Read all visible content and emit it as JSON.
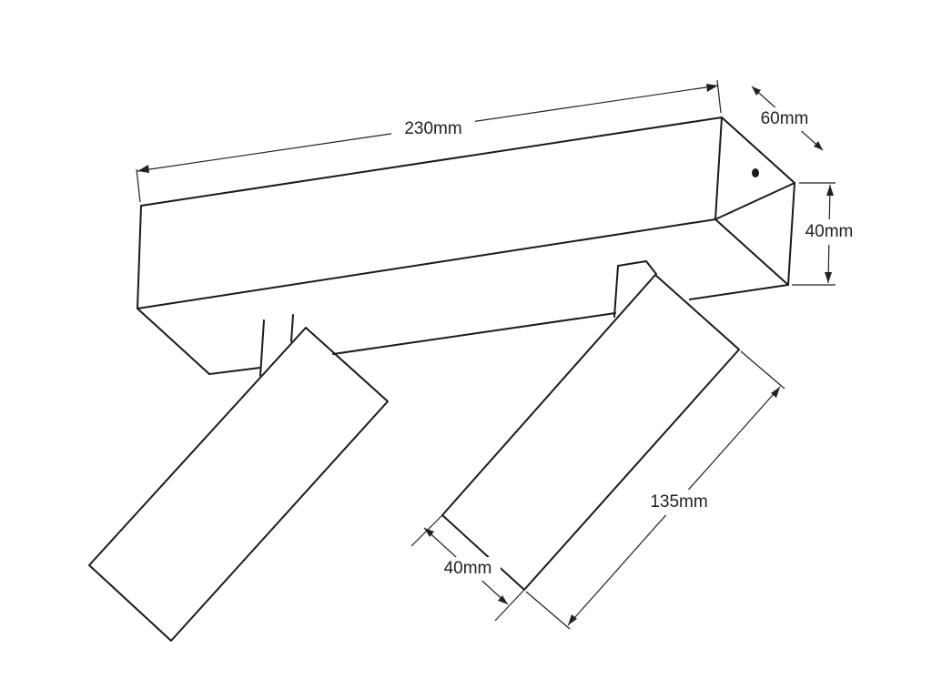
{
  "dimensions": {
    "bar_length": "230mm",
    "bar_depth": "60mm",
    "bar_height": "40mm",
    "spot_length": "135mm",
    "spot_width": "40mm"
  },
  "colors": {
    "line": "#1a1a1a",
    "background": "#ffffff"
  }
}
